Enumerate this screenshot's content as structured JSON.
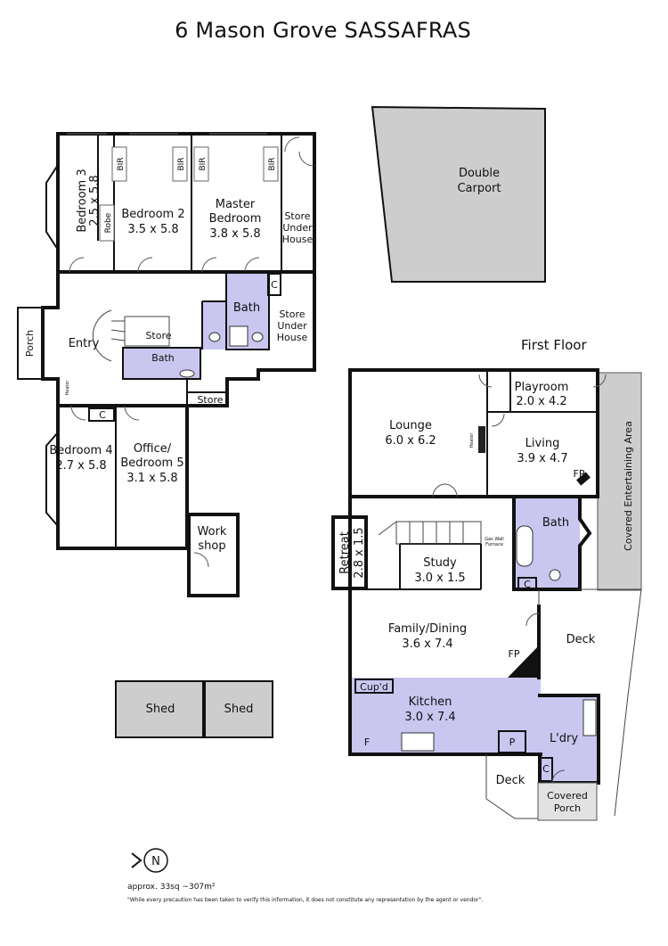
{
  "title": "6 Mason Grove SASSAFRAS",
  "rooms": {
    "bedroom3": {
      "name": "Bedroom 3",
      "size": "2.5 x 5.8"
    },
    "robe": "Robe",
    "bir": "BIR",
    "bedroom2": {
      "name": "Bedroom 2",
      "size": "3.5 x 5.8"
    },
    "master": {
      "name1": "Master",
      "name2": "Bedroom",
      "size": "3.8 x 5.8"
    },
    "store_under_house_1": [
      "Store",
      "Under",
      "House"
    ],
    "store_under_house_2": [
      "Store",
      "Under",
      "House"
    ],
    "cupboard": "C",
    "bath_lower": "Bath",
    "bath_entry": "Bath",
    "store_stair": "Store",
    "store_hall": "Store",
    "entry": "Entry",
    "porch": "Porch",
    "heater_small": "Heater",
    "bedroom4": {
      "name": "Bedroom 4",
      "size": "2.7 x 5.8"
    },
    "office": {
      "name1": "Office/",
      "name2": "Bedroom 5",
      "size": "3.1 x 5.8"
    },
    "workshop": [
      "Work",
      "shop"
    ],
    "carport": [
      "Double",
      "Carport"
    ],
    "sheds": [
      "Shed",
      "Shed"
    ],
    "first_floor_label": "First Floor",
    "lounge": {
      "name": "Lounge",
      "size": "6.0 x 6.2"
    },
    "playroom": {
      "name": "Playroom",
      "size": "2.0 x 4.2"
    },
    "living": {
      "name": "Living",
      "size": "3.9 x 4.7"
    },
    "heater": "Heater",
    "fp": "FP",
    "covered_entertaining": "Covered Entertaining Area",
    "retreat": {
      "name": "Retreat",
      "size": "2.8 x 1.5"
    },
    "study": {
      "name": "Study",
      "size": "3.0 x 1.5"
    },
    "bath_upper": "Bath",
    "gas_furnace": [
      "Gas Wall",
      "Furnace"
    ],
    "family": {
      "name": "Family/Dining",
      "size": "3.6 x 7.4"
    },
    "deck_right": "Deck",
    "cupd": "Cup'd",
    "kitchen": {
      "name": "Kitchen",
      "size": "3.0 x 7.4"
    },
    "fridge": "F",
    "pantry": "P",
    "laundry": "L'dry",
    "deck_bottom": "Deck",
    "covered_porch": [
      "Covered",
      "Porch"
    ]
  },
  "compass": "N",
  "area": "approx. 33sq ~307m²",
  "disclaimer": "\"While every precaution has been taken to verify this information, it does not constitute any representation by the agent or vendor\"."
}
